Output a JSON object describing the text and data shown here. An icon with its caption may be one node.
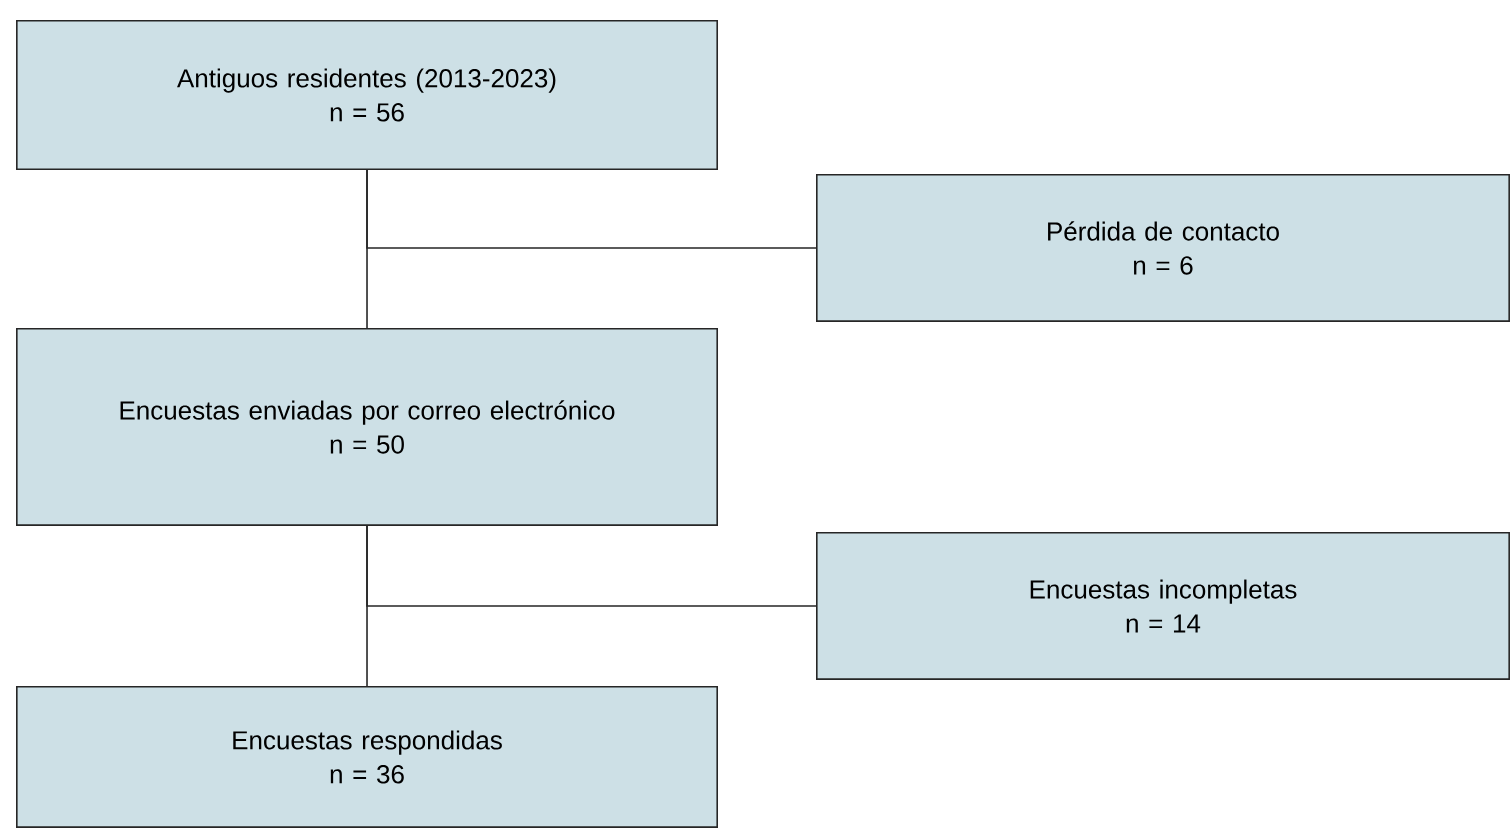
{
  "diagram": {
    "nodes": [
      {
        "text": [
          "Antiguos residentes (2013-2023)",
          "n = 56"
        ]
      },
      {
        "text": [
          "Pérdida de contacto",
          "n = 6"
        ]
      },
      {
        "text": [
          "Encuestas enviadas por correo electrónico",
          "n = 50"
        ]
      },
      {
        "text": [
          "Encuestas incompletas",
          "n = 14"
        ]
      },
      {
        "text": [
          "Encuestas respondidas",
          "n = 36"
        ]
      }
    ],
    "edges": [
      {
        "from": 0,
        "to": 2,
        "arrow": "none"
      },
      {
        "from": 0,
        "to": 1,
        "arrow": "none"
      },
      {
        "from": 2,
        "to": 4,
        "arrow": "none"
      },
      {
        "from": 2,
        "to": 3,
        "arrow": "none"
      }
    ]
  }
}
